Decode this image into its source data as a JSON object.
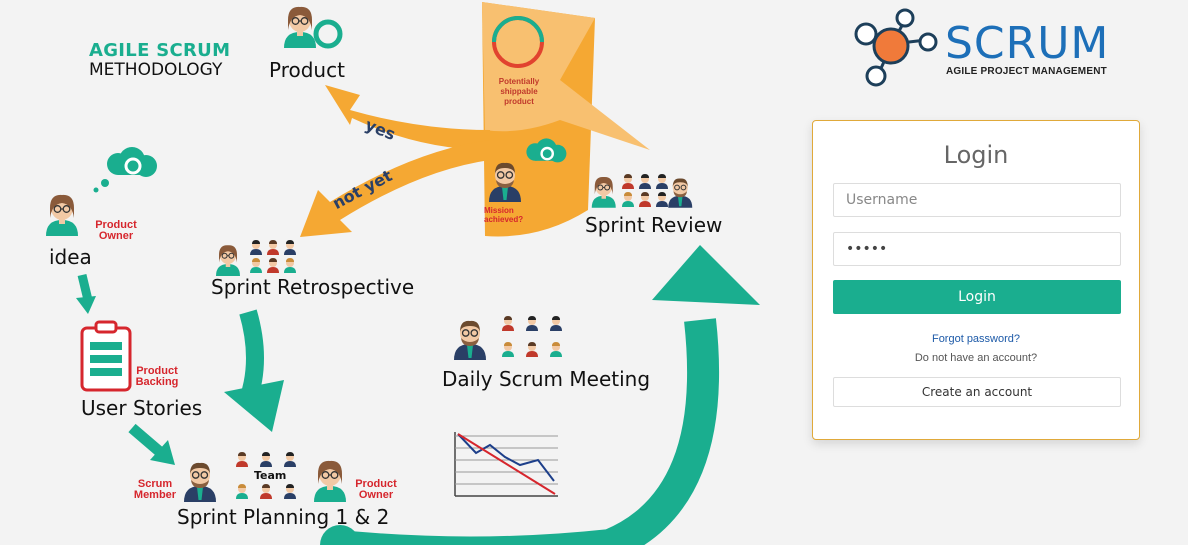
{
  "diagram": {
    "heading_line1": "AGILE SCRUM",
    "heading_line2": "METHODOLOGY",
    "product": "Product",
    "idea": "idea",
    "product_owner_note": "Product Owner",
    "user_stories": "User Stories",
    "product_backing_note": "Product Backing",
    "sprint_planning": "Sprint Planning 1 & 2",
    "scrum_member_note": "Scrum Member",
    "team_note": "Team",
    "product_owner_note_2": "Product Owner",
    "sprint_retrospective": "Sprint Retrospective",
    "daily_scrum": "Daily Scrum Meeting",
    "sprint_review": "Sprint Review",
    "yes_label": "yes",
    "not_yet_label": "not yet",
    "potentially_shippable": "Potentially shippable product",
    "mission_achieved": "Mission achieved?"
  },
  "logo": {
    "title": "SCRUM",
    "subtitle": "AGILE PROJECT MANAGEMENT"
  },
  "login": {
    "title": "Login",
    "username_placeholder": "Username",
    "password_value": "•••••",
    "login_button": "Login",
    "forgot_password": "Forgot password?",
    "no_account": "Do not have an account?",
    "create_account": "Create an account"
  },
  "colors": {
    "teal": "#1aae8f",
    "orange": "#f5a833",
    "brand_blue": "#1d6fb8",
    "note_red": "#d6262d"
  }
}
